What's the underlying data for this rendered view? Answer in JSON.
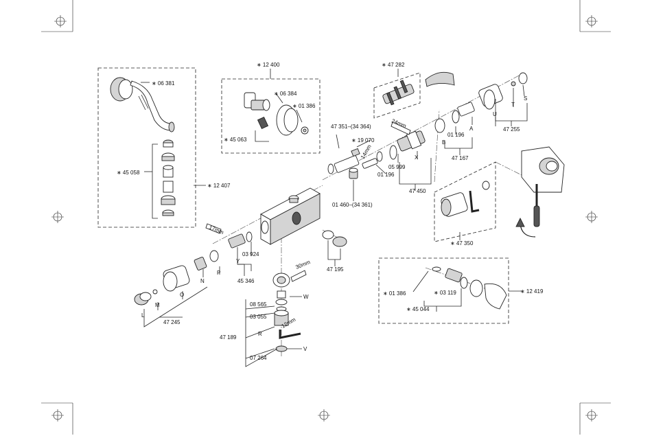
{
  "labels": {
    "shower_arm": "∗ 06 381",
    "shower_set": "∗ 45 058",
    "shower_group": "∗ 12 407",
    "wall_kit": "∗ 12 400",
    "rosette": "∗ 06 384",
    "ring": "∗ 01 386",
    "connector": "∗ 45 063",
    "cartridge": "∗ 47 282",
    "extension": "47 351–(34 364)",
    "spindle": "∗ 19 070",
    "mm24": "24mm",
    "mm14": "14mm",
    "oring_a": "05 999",
    "oring_b": "01 196",
    "x": "X",
    "kit_450": "47 450",
    "oring_c": "01 196",
    "b": "B",
    "a": "A",
    "kit_167": "47 167",
    "u": "U",
    "t": "T",
    "s": "S",
    "kit_255": "47 255",
    "nipple": "01 460–(34 361)",
    "kit_350": "∗ 47 350",
    "mm17": "17mm",
    "y": "Y",
    "oring_d": "03 924",
    "kit_346": "45 346",
    "kit_195": "47 195",
    "mm30": "30mm",
    "w": "W",
    "n": "N",
    "p": "P",
    "o": "O",
    "m": "M",
    "l": "L",
    "kit_245": "47 245",
    "sv_565": "08 565",
    "sv_055": "03 055",
    "r": "R",
    "mm12": "12mm",
    "kit_189": "47 189",
    "sv_264": "07 264",
    "v": "V",
    "ring2": "∗ 01 386",
    "seal": "∗ 03 119",
    "elbow_kit": "∗ 45 044",
    "elbow_group": "∗ 12 419"
  }
}
